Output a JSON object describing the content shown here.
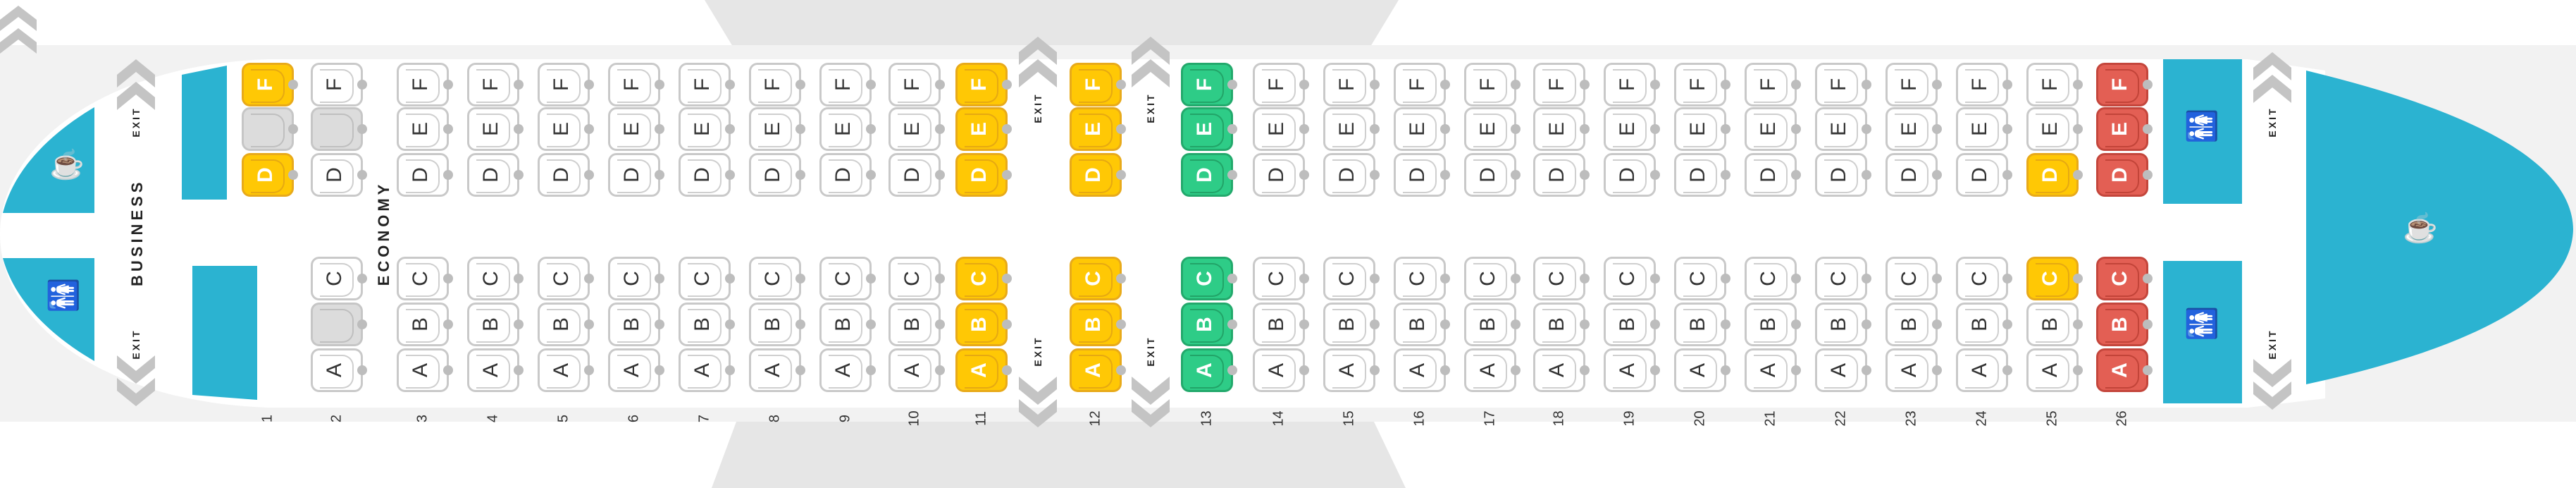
{
  "colors": {
    "cabin_blue": "#2bb3d1",
    "yellow": "#ffc805",
    "green": "#2ecc87",
    "red": "#e35f54",
    "blocked": "#dcdcdc",
    "fuselage": "#f2f2f2",
    "wing": "#e6e6e6"
  },
  "labels": {
    "business": "BUSINESS",
    "economy": "ECONOMY",
    "exit": "EXIT"
  },
  "icons": {
    "galley": "cup-icon",
    "lavatory": "lavatory-icon",
    "exit_arrow": "chevron-icon"
  },
  "rows": [
    {
      "n": "1",
      "seats": {
        "F": "yellow",
        "E": "blocked",
        "D": "yellow"
      }
    },
    {
      "n": "2",
      "seats": {
        "F": "white",
        "E": "blocked",
        "D": "white",
        "C": "white",
        "B": "blocked",
        "A": "white"
      }
    },
    {
      "n": "3",
      "seats": {
        "F": "white",
        "E": "white",
        "D": "white",
        "C": "white",
        "B": "white",
        "A": "white"
      }
    },
    {
      "n": "4",
      "seats": {
        "F": "white",
        "E": "white",
        "D": "white",
        "C": "white",
        "B": "white",
        "A": "white"
      }
    },
    {
      "n": "5",
      "seats": {
        "F": "white",
        "E": "white",
        "D": "white",
        "C": "white",
        "B": "white",
        "A": "white"
      }
    },
    {
      "n": "6",
      "seats": {
        "F": "white",
        "E": "white",
        "D": "white",
        "C": "white",
        "B": "white",
        "A": "white"
      }
    },
    {
      "n": "7",
      "seats": {
        "F": "white",
        "E": "white",
        "D": "white",
        "C": "white",
        "B": "white",
        "A": "white"
      }
    },
    {
      "n": "8",
      "seats": {
        "F": "white",
        "E": "white",
        "D": "white",
        "C": "white",
        "B": "white",
        "A": "white"
      }
    },
    {
      "n": "9",
      "seats": {
        "F": "white",
        "E": "white",
        "D": "white",
        "C": "white",
        "B": "white",
        "A": "white"
      }
    },
    {
      "n": "10",
      "seats": {
        "F": "white",
        "E": "white",
        "D": "white",
        "C": "white",
        "B": "white",
        "A": "white"
      }
    },
    {
      "n": "11",
      "seats": {
        "F": "yellow",
        "E": "yellow",
        "D": "yellow",
        "C": "yellow",
        "B": "yellow",
        "A": "yellow"
      }
    },
    {
      "n": "12",
      "seats": {
        "F": "yellow",
        "E": "yellow",
        "D": "yellow",
        "C": "yellow",
        "B": "yellow",
        "A": "yellow"
      }
    },
    {
      "n": "13",
      "seats": {
        "F": "green",
        "E": "green",
        "D": "green",
        "C": "green",
        "B": "green",
        "A": "green"
      }
    },
    {
      "n": "14",
      "seats": {
        "F": "white",
        "E": "white",
        "D": "white",
        "C": "white",
        "B": "white",
        "A": "white"
      }
    },
    {
      "n": "15",
      "seats": {
        "F": "white",
        "E": "white",
        "D": "white",
        "C": "white",
        "B": "white",
        "A": "white"
      }
    },
    {
      "n": "16",
      "seats": {
        "F": "white",
        "E": "white",
        "D": "white",
        "C": "white",
        "B": "white",
        "A": "white"
      }
    },
    {
      "n": "17",
      "seats": {
        "F": "white",
        "E": "white",
        "D": "white",
        "C": "white",
        "B": "white",
        "A": "white"
      }
    },
    {
      "n": "18",
      "seats": {
        "F": "white",
        "E": "white",
        "D": "white",
        "C": "white",
        "B": "white",
        "A": "white"
      }
    },
    {
      "n": "19",
      "seats": {
        "F": "white",
        "E": "white",
        "D": "white",
        "C": "white",
        "B": "white",
        "A": "white"
      }
    },
    {
      "n": "20",
      "seats": {
        "F": "white",
        "E": "white",
        "D": "white",
        "C": "white",
        "B": "white",
        "A": "white"
      }
    },
    {
      "n": "21",
      "seats": {
        "F": "white",
        "E": "white",
        "D": "white",
        "C": "white",
        "B": "white",
        "A": "white"
      }
    },
    {
      "n": "22",
      "seats": {
        "F": "white",
        "E": "white",
        "D": "white",
        "C": "white",
        "B": "white",
        "A": "white"
      }
    },
    {
      "n": "23",
      "seats": {
        "F": "white",
        "E": "white",
        "D": "white",
        "C": "white",
        "B": "white",
        "A": "white"
      }
    },
    {
      "n": "24",
      "seats": {
        "F": "white",
        "E": "white",
        "D": "white",
        "C": "white",
        "B": "white",
        "A": "white"
      }
    },
    {
      "n": "25",
      "seats": {
        "F": "white",
        "E": "white",
        "D": "yellow",
        "C": "yellow",
        "B": "white",
        "A": "white"
      }
    },
    {
      "n": "26",
      "seats": {
        "F": "red",
        "E": "red",
        "D": "red",
        "C": "red",
        "B": "red",
        "A": "red"
      }
    }
  ]
}
